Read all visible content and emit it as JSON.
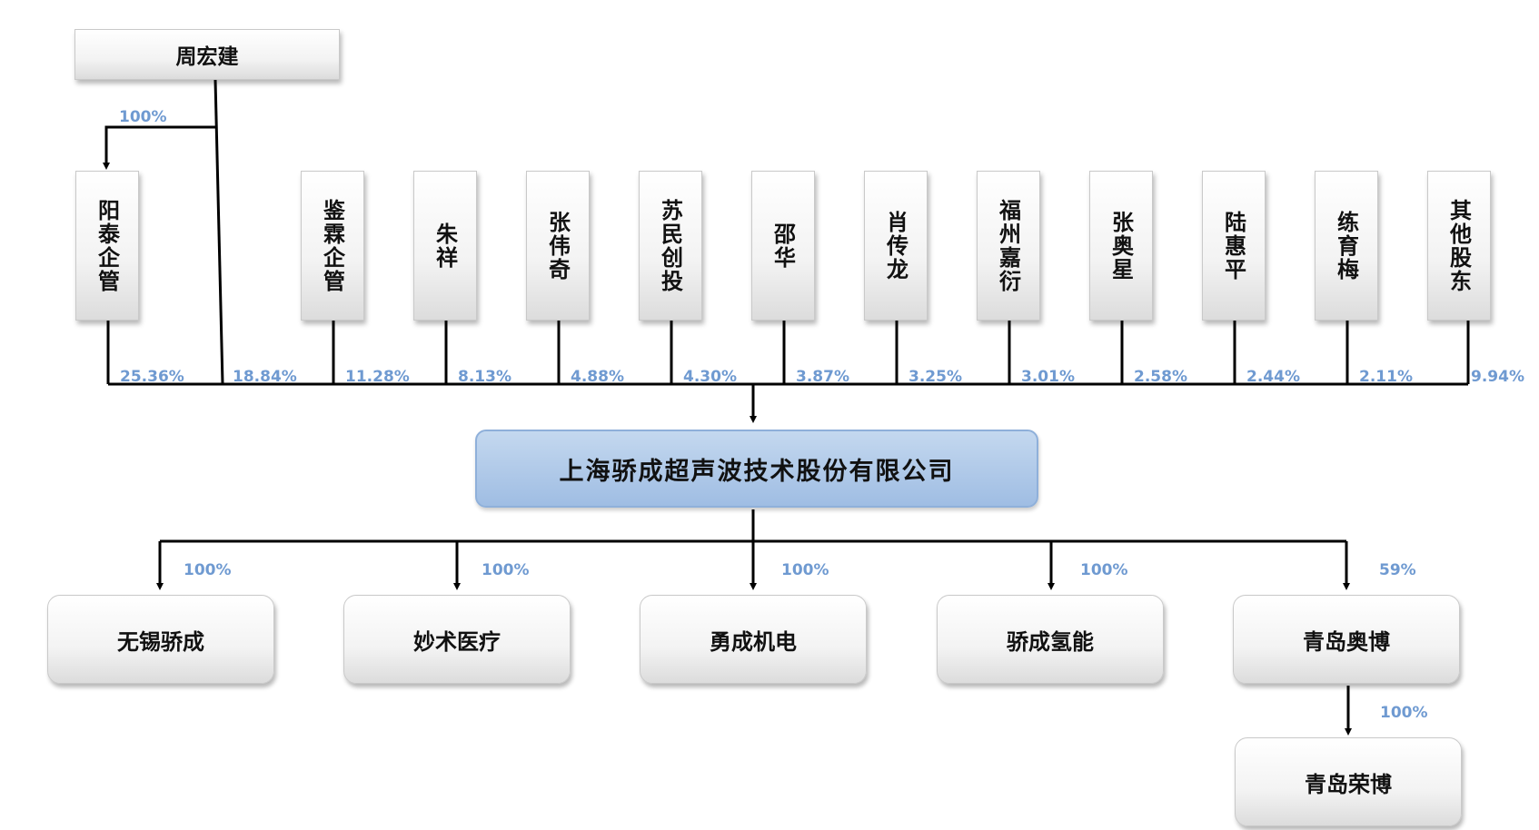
{
  "top_controller": {
    "label": "周宏建",
    "pct": "100%"
  },
  "shareholders": [
    {
      "label": "阳泰企管",
      "pct": "25.36%"
    },
    {
      "label": "鉴霖企管",
      "pct": "11.28%"
    },
    {
      "label": "朱祥",
      "pct": "8.13%"
    },
    {
      "label": "张伟奇",
      "pct": "4.88%"
    },
    {
      "label": "苏民创投",
      "pct": "4.30%"
    },
    {
      "label": "邵华",
      "pct": "3.87%"
    },
    {
      "label": "肖传龙",
      "pct": "3.25%"
    },
    {
      "label": "福州嘉衍",
      "pct": "3.01%"
    },
    {
      "label": "张奥星",
      "pct": "2.58%"
    },
    {
      "label": "陆惠平",
      "pct": "2.44%"
    },
    {
      "label": "练育梅",
      "pct": "2.11%"
    },
    {
      "label": "其他股东",
      "pct": "9.94%"
    }
  ],
  "direct_pct": "18.84%",
  "company": {
    "label": "上海骄成超声波技术股份有限公司"
  },
  "subsidiaries": [
    {
      "label": "无锡骄成",
      "pct": "100%"
    },
    {
      "label": "妙术医疗",
      "pct": "100%"
    },
    {
      "label": "勇成机电",
      "pct": "100%"
    },
    {
      "label": "骄成氢能",
      "pct": "100%"
    },
    {
      "label": "青岛奥博",
      "pct": "59%"
    }
  ],
  "sub_subsidiary": {
    "label": "青岛荣博",
    "pct": "100%"
  }
}
